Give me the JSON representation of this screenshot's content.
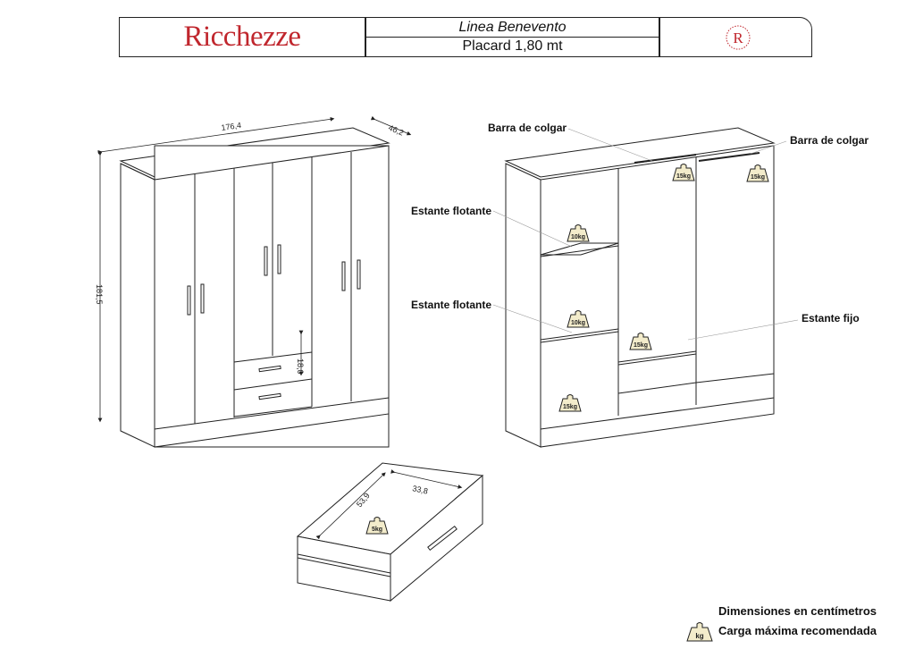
{
  "header": {
    "brand": "Ricchezze",
    "line_name": "Linea Benevento",
    "product_name": "Placard 1,80 mt",
    "logo_letter": "R"
  },
  "dimensions": {
    "width": "176,4",
    "depth": "46,2",
    "height": "181,5",
    "drawer_height": "18,0",
    "drawer_depth": "53,9",
    "drawer_width": "33,8"
  },
  "labels": {
    "barra_left": "Barra de colgar",
    "barra_right": "Barra de colgar",
    "estante_flotante_1": "Estante flotante",
    "estante_flotante_2": "Estante flotante",
    "estante_fijo": "Estante fijo"
  },
  "loads": {
    "barra_left": "15kg",
    "barra_right": "15kg",
    "shelf_top": "10kg",
    "shelf_mid": "10kg",
    "fixed_shelf": "15kg",
    "bottom": "15kg",
    "drawer": "5kg"
  },
  "legend": {
    "dimensions_note": "Dimensiones en centímetros",
    "load_note": "Carga máxima recomendada",
    "kg_icon": "kg"
  },
  "colors": {
    "brand_red": "#c0262d",
    "weight_fill": "#f3eccb"
  }
}
